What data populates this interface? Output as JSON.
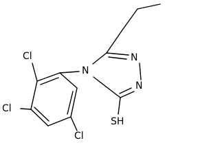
{
  "molecule": {
    "atoms": {
      "n1": "N",
      "n2": "N",
      "n4": "N",
      "sh": "SH",
      "cl_ortho": "Cl",
      "cl_meta": "Cl",
      "cl_para": "Cl"
    }
  },
  "colors": {
    "bond": "#000000",
    "label": "#000000",
    "background": "#ffffff"
  }
}
